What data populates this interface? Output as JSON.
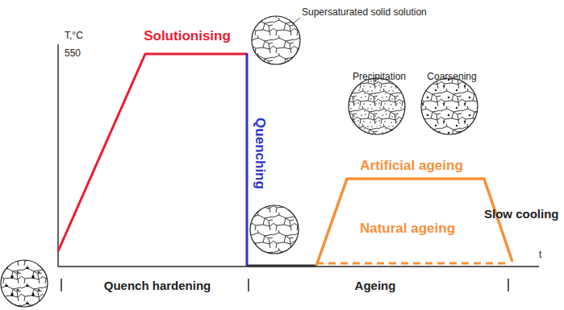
{
  "diagram": {
    "labels": [
      "T,°C",
      "550",
      "Supersaturated solid solution",
      "Solutionising",
      "Quenching",
      "Precipitation",
      "Coarsening",
      "Artificial ageing",
      "Slow cooling",
      "Natural ageing",
      "t",
      "Quench hardening",
      "Ageing"
    ]
  }
}
